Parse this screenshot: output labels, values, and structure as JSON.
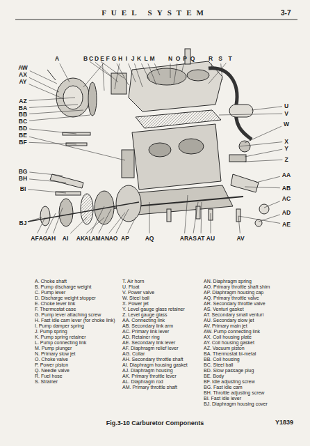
{
  "diagram": {
    "title": "FUEL SYSTEM",
    "caption": "Fig.3-10 Carburetor Components",
    "labels": [
      "3-7",
      "A",
      "B",
      "C",
      "D",
      "E",
      "F",
      "G",
      "H",
      "I",
      "J",
      "K",
      "L",
      "M",
      "N",
      "O",
      "P",
      "Q",
      "R",
      "S",
      "T",
      "AW",
      "AX",
      "AY",
      "AZ",
      "BA",
      "BB",
      "BC",
      "BD",
      "BE",
      "BF",
      "BG",
      "BH",
      "BI",
      "BJ",
      "U",
      "V",
      "W",
      "X",
      "Y",
      "Z",
      "AA",
      "AB",
      "AC",
      "AD",
      "AE",
      "AF",
      "AG",
      "AH",
      "AI",
      "AK",
      "AL",
      "AM",
      "AN",
      "AO",
      "AP",
      "AQ",
      "AR",
      "AS",
      "AT",
      "AU",
      "AV",
      "A. Choke shaft",
      "B. Pump discharge weight",
      "C. Pump lever",
      "D. Discharge weight stopper",
      "E. Choke lever link",
      "F. Thermostat case",
      "G. Pump lever attaching screw",
      "H. Fast idle cam lever (for choke link)",
      "I. Pump damper spring",
      "J. Pump spring",
      "K. Pump spring retainer",
      "L. Pump connecting link",
      "M. Pump plunger",
      "N. Primary slow jet",
      "O. Choke valve",
      "P. Power piston",
      "Q. Needle valve",
      "R. Fuel hose",
      "S. Strainer",
      "T. Air horn",
      "U. Float",
      "V. Power valve",
      "W. Steel ball",
      "X. Power jet",
      "Y. Level gauge glass retainer",
      "Z. Level gauge glass",
      "AA. Connecting link",
      "AB. Secondary link arm",
      "AC. Primary link lever",
      "AD. Retainer ring",
      "AE. Secondary link lever",
      "AF. Diaphragm relief lever",
      "AG. Collar",
      "AH. Secondary throttle shaft",
      "AI. Diaphragm housing gasket",
      "AJ. Diaphragm housing",
      "AK. Primary throttle lever",
      "AL. Diaphragm rod",
      "AM. Primary throttle shaft",
      "AN. Diaphragm spring",
      "AO. Primary throttle shaft shim",
      "AP. Diaphragm housing cap",
      "AQ. Primary throttle valve",
      "AR. Secondary throttle valve",
      "AS. Venturi gasket",
      "AT. Secondary small venturi",
      "AU. Secondary slow jet",
      "AV. Primary main jet",
      "AW. Pump connecting link",
      "AX. Coil housing plate",
      "AY. Coil housing gasket",
      "AZ. Vacuum piston",
      "BA. Thermostat bi-metal",
      "BB. Coil housing",
      "BC. Steel ball",
      "BD. Slow passage plug",
      "BE. Body",
      "BF. Idle adjusting screw",
      "BG. Fast idle cam",
      "BH. Throttle adjusting screw",
      "BI. Fast idle lever",
      "BJ. Diaphragm housing cover",
      "Y1839"
    ]
  }
}
